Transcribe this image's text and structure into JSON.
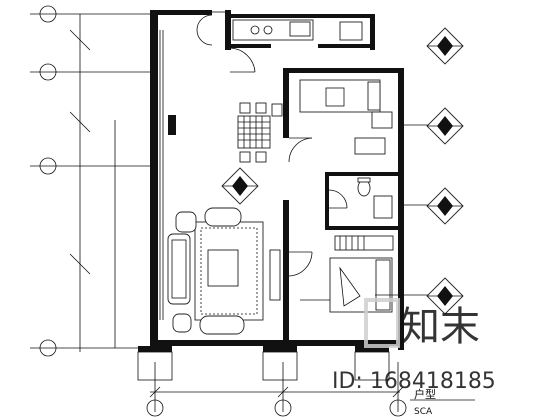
{
  "drawing": {
    "grid_bubbles_left": [
      "⊕",
      "⊕",
      "⊕",
      "⊕",
      "⊕"
    ],
    "grid_bubbles_bottom": [
      "⊕",
      "⊕",
      "⊕"
    ],
    "bottom_right_labels": {
      "line1": "户型",
      "line2": "SCA"
    }
  },
  "watermark": {
    "logo_text": "知末",
    "id_text": "ID: 168418185"
  }
}
